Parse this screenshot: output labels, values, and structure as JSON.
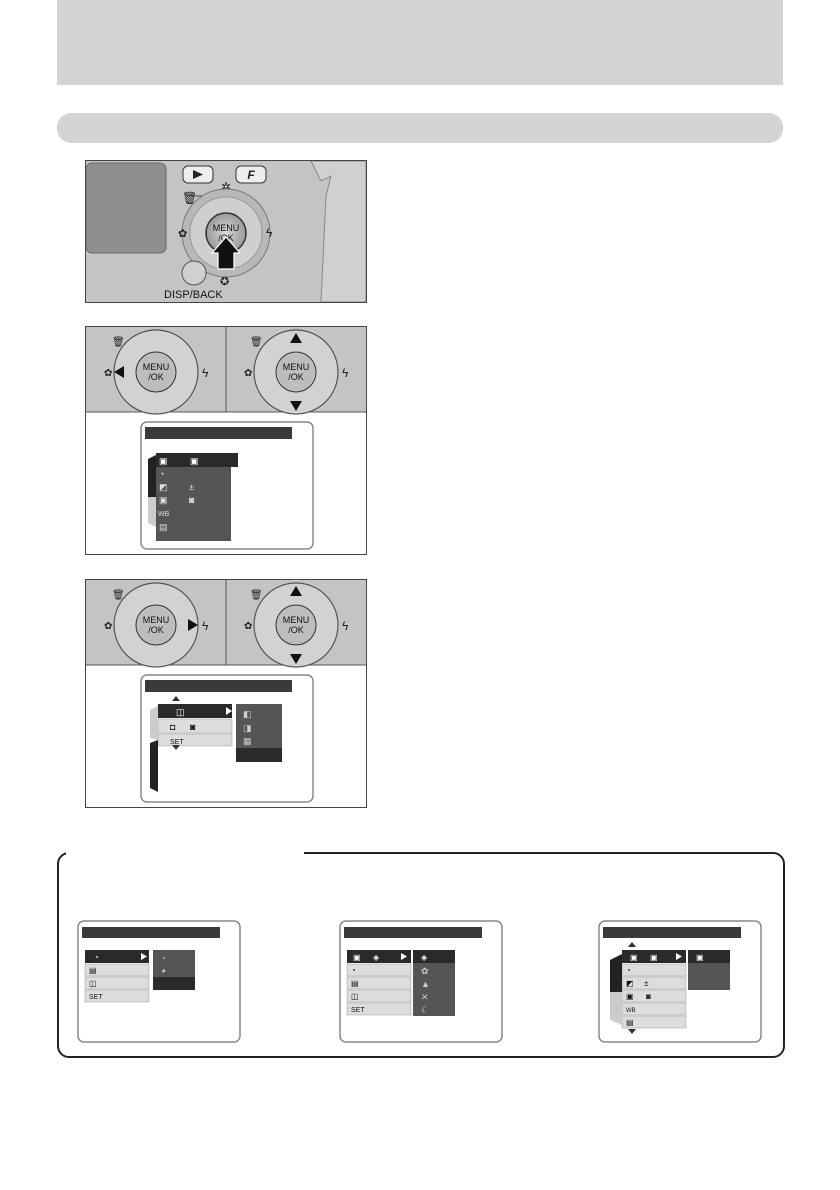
{
  "buttons": {
    "menu_ok_line1": "MENU",
    "menu_ok_line2": "/OK",
    "disp_back": "DISP/BACK",
    "function": "F"
  },
  "icons": {
    "camera": "camera-icon",
    "arrow_up": "triangle-up-icon",
    "arrow_down": "triangle-down-icon",
    "arrow_left": "triangle-left-icon",
    "arrow_right": "triangle-right-icon",
    "set": "SET"
  },
  "menu_labels": {
    "set": "SET",
    "wb": "WB",
    "plus_minus": "±"
  },
  "colors": {
    "section_bar": "#d4d4d4",
    "menu_title_bar": "#3a3a3a",
    "menu_highlight": "#2a2a2a",
    "submenu_bg": "#555555"
  }
}
